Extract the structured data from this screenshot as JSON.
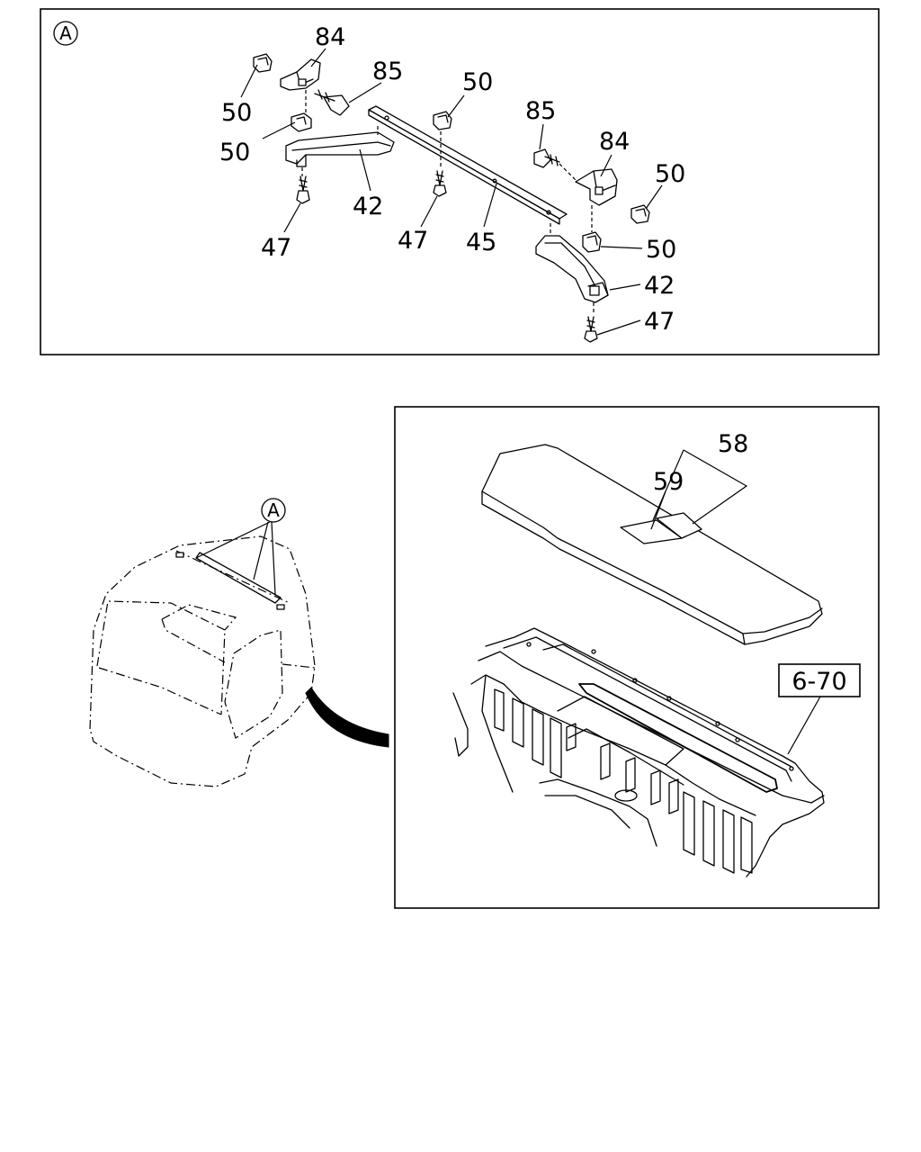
{
  "detail_marker": "A",
  "callouts": {
    "c84_left": "84",
    "c85_left": "85",
    "c50_tl": "50",
    "c50_ml": "50",
    "c50_center": "50",
    "c42_left": "42",
    "c47_left": "47",
    "c47_center": "47",
    "c45": "45",
    "c85_right": "85",
    "c84_right": "84",
    "c50_right_top": "50",
    "c50_right_mid": "50",
    "c42_right": "42",
    "c47_right": "47",
    "c58": "58",
    "c59": "59",
    "ref_box": "6-70"
  }
}
